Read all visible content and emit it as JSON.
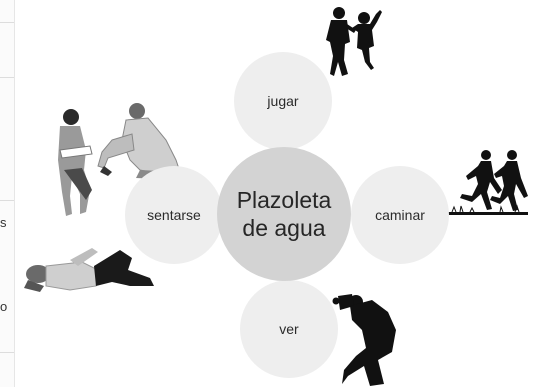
{
  "sidebar": {
    "fragments": [
      "s",
      "o"
    ]
  },
  "diagram": {
    "center": {
      "line1": "Plazoleta",
      "line2": "de agua"
    },
    "nodes": {
      "top": "jugar",
      "right": "caminar",
      "left": "sentarse",
      "bottom": "ver"
    },
    "colors": {
      "center_fill": "#d3d3d3",
      "petal_fill": "#eeeeee",
      "silhouette": "#111111"
    },
    "images": {
      "top": "children-playing-silhouette",
      "right": "two-runners-silhouette",
      "left_upper": "couple-sitting-reading",
      "left_lower": "person-lying-on-grass",
      "bottom": "photographer-kneeling-silhouette"
    }
  }
}
